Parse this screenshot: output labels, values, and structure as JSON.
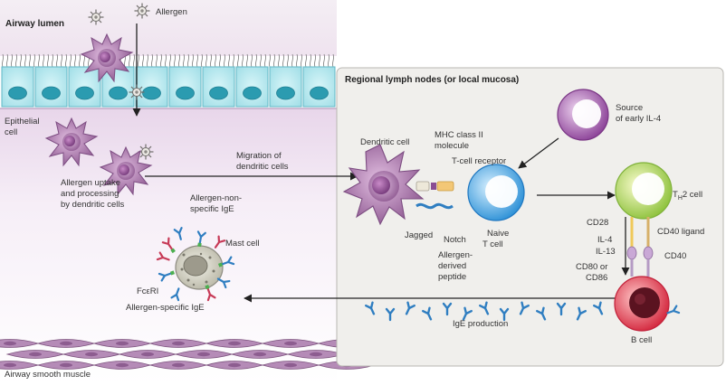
{
  "labels": {
    "airway_lumen": "Airway lumen",
    "allergen": "Allergen",
    "epithelial_cell_1": "Epithelial",
    "epithelial_cell_2": "cell",
    "uptake_1": "Allergen uptake",
    "uptake_2": "and processing",
    "uptake_3": "by dendritic cells",
    "nonspecific_ige_1": "Allergen-non-",
    "nonspecific_ige_2": "specific IgE",
    "mast_cell": "Mast cell",
    "fcer1": "FcεRI",
    "specific_ige": "Allergen-specific IgE",
    "smooth_muscle": "Airway smooth muscle",
    "migration_1": "Migration of",
    "migration_2": "dendritic cells",
    "lymph_title": "Regional lymph nodes (or local mucosa)",
    "dendritic_cell": "Dendritic cell",
    "mhc_1": "MHC class II",
    "mhc_2": "molecule",
    "tcr": "T-cell receptor",
    "naive_1": "Naive",
    "naive_2": "T cell",
    "jagged": "Jagged",
    "notch": "Notch",
    "peptide_1": "Allergen-",
    "peptide_2": "derived",
    "peptide_3": "peptide",
    "il4_source_1": "Source",
    "il4_source_2": "of early IL-4",
    "th2_main": "T",
    "th2_sub": "H",
    "th2_rest": "2 cell",
    "cd28": "CD28",
    "cd40_ligand": "CD40 ligand",
    "il4": "IL-4",
    "il13": "IL-13",
    "cd40": "CD40",
    "cd80_1": "CD80 or",
    "cd80_2": "CD86",
    "ige_production": "IgE production",
    "b_cell": "B cell"
  }
}
